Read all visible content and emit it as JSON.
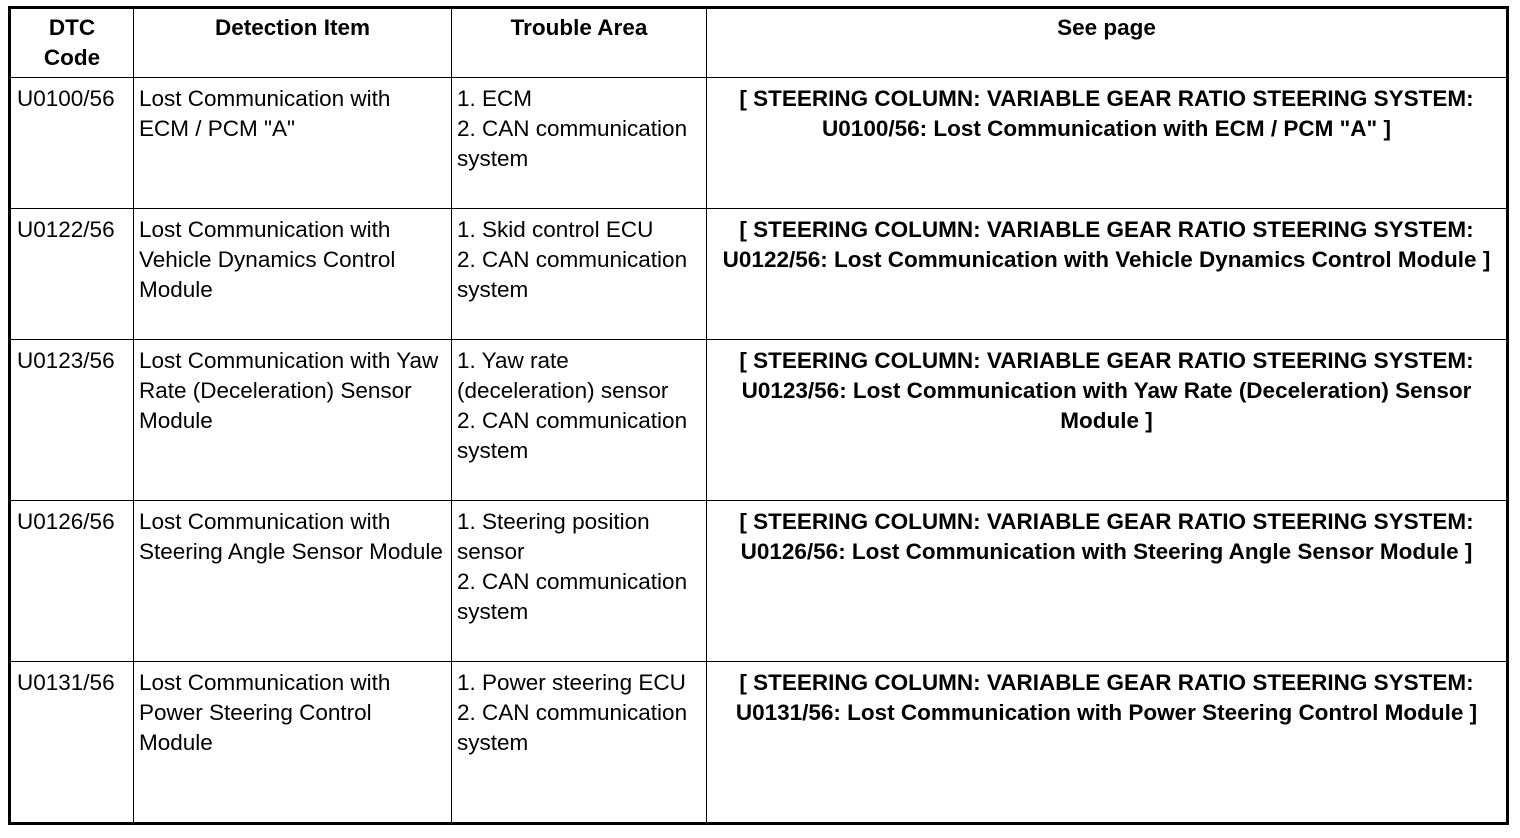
{
  "table": {
    "headers": {
      "code": "DTC Code",
      "item": "Detection Item",
      "area": "Trouble Area",
      "page": "See page"
    },
    "rows": [
      {
        "code": "U0100/56",
        "item": "Lost Communication with ECM / PCM \"A\"",
        "area": [
          "1. ECM",
          "2. CAN communication system"
        ],
        "page": "[ STEERING COLUMN: VARIABLE GEAR RATIO STEERING SYSTEM: U0100/56: Lost Communication with ECM / PCM \"A\" ]"
      },
      {
        "code": "U0122/56",
        "item": "Lost Communication with Vehicle Dynamics Control Module",
        "area": [
          "1. Skid control ECU",
          "2. CAN communication system"
        ],
        "page": "[ STEERING COLUMN: VARIABLE GEAR RATIO STEERING SYSTEM: U0122/56: Lost Communication with Vehicle Dynamics Control Module ]"
      },
      {
        "code": "U0123/56",
        "item": "Lost Communication with Yaw Rate (Deceleration) Sensor Module",
        "area": [
          "1. Yaw rate (deceleration) sensor",
          "2. CAN communication system"
        ],
        "page": "[ STEERING COLUMN: VARIABLE GEAR RATIO STEERING SYSTEM: U0123/56: Lost Communication with Yaw Rate (Deceleration) Sensor Module ]"
      },
      {
        "code": "U0126/56",
        "item": "Lost Communication with Steering Angle Sensor Module",
        "area": [
          "1. Steering position sensor",
          "2. CAN communication system"
        ],
        "page": "[ STEERING COLUMN: VARIABLE GEAR RATIO STEERING SYSTEM: U0126/56: Lost Communication with Steering Angle Sensor Module ]"
      },
      {
        "code": "U0131/56",
        "item": "Lost Communication with Power Steering Control Module",
        "area": [
          "1. Power steering ECU",
          "2. CAN communication system"
        ],
        "page": "[ STEERING COLUMN: VARIABLE GEAR RATIO STEERING SYSTEM: U0131/56: Lost Communication with Power Steering Control Module ]"
      }
    ]
  }
}
